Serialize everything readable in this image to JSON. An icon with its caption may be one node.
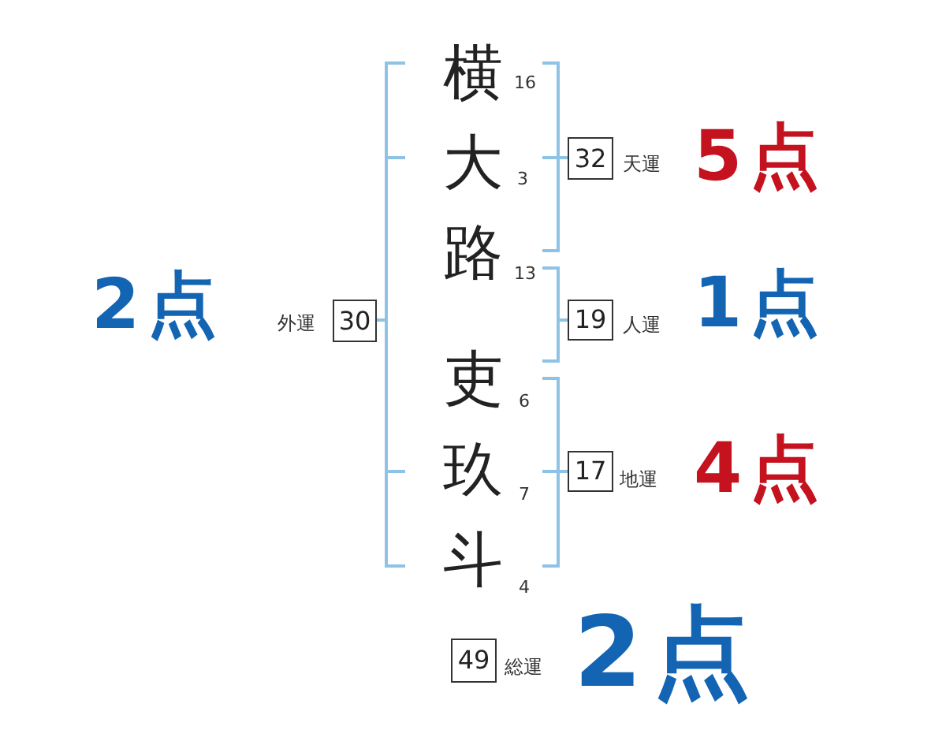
{
  "diagram": {
    "nodes": [
      {
        "text": [
          "32"
        ],
        "beside": [
          "天運",
          "5点"
        ]
      },
      {
        "text": [
          "30"
        ],
        "beside": [
          "外運",
          "2点"
        ]
      },
      {
        "text": [
          "19"
        ],
        "beside": [
          "人運",
          "1点"
        ]
      },
      {
        "text": [
          "17"
        ],
        "beside": [
          "地運",
          "4点"
        ]
      },
      {
        "text": [
          "49"
        ],
        "beside": [
          "総運",
          "2点"
        ]
      }
    ],
    "labels": [
      "横",
      "16",
      "大",
      "3",
      "路",
      "13",
      "吏",
      "6",
      "玖",
      "7",
      "斗",
      "4"
    ]
  }
}
